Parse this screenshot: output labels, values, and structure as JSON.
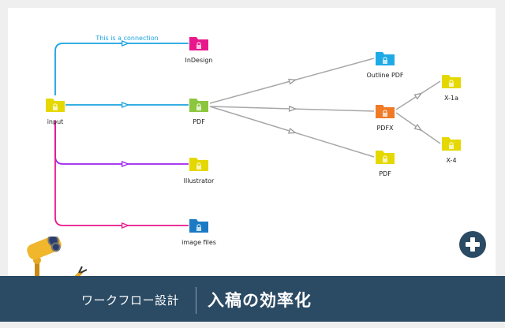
{
  "footer": {
    "subtitle": "ワークフロー設計",
    "title": "入稿の効率化"
  },
  "actions": {
    "add_label": "+"
  },
  "diagram": {
    "connection_label": "This is a connection",
    "nodes": [
      {
        "id": "input",
        "label": "input",
        "color": "#e5d800"
      },
      {
        "id": "indesign",
        "label": "InDesign",
        "color": "#e8188c"
      },
      {
        "id": "pdf",
        "label": "PDF",
        "color": "#8cc63e"
      },
      {
        "id": "illustrator",
        "label": "Illustrator",
        "color": "#e5d800"
      },
      {
        "id": "image-files",
        "label": "image files",
        "color": "#1a7bc4"
      },
      {
        "id": "outline-pdf",
        "label": "Outline PDF",
        "color": "#1eaae7"
      },
      {
        "id": "pdfx",
        "label": "PDFX",
        "color": "#f07a26"
      },
      {
        "id": "pdf-2",
        "label": "PDF",
        "color": "#e5d800"
      },
      {
        "id": "x1a",
        "label": "X-1a",
        "color": "#e5d800"
      },
      {
        "id": "x4",
        "label": "X-4",
        "color": "#e5d800"
      }
    ],
    "edges": [
      {
        "from": "input",
        "to": "indesign",
        "color": "#1aa3e0"
      },
      {
        "from": "input",
        "to": "pdf",
        "color": "#1aa3e0"
      },
      {
        "from": "input",
        "to": "illustrator",
        "color": "#a020f0"
      },
      {
        "from": "input",
        "to": "image-files",
        "color": "#e8188c"
      },
      {
        "from": "pdf",
        "to": "outline-pdf",
        "color": "#a8a8a8"
      },
      {
        "from": "pdf",
        "to": "pdfx",
        "color": "#a8a8a8"
      },
      {
        "from": "pdf",
        "to": "pdf-2",
        "color": "#a8a8a8"
      },
      {
        "from": "pdfx",
        "to": "x1a",
        "color": "#a8a8a8"
      },
      {
        "from": "pdfx",
        "to": "x4",
        "color": "#a8a8a8"
      }
    ]
  }
}
